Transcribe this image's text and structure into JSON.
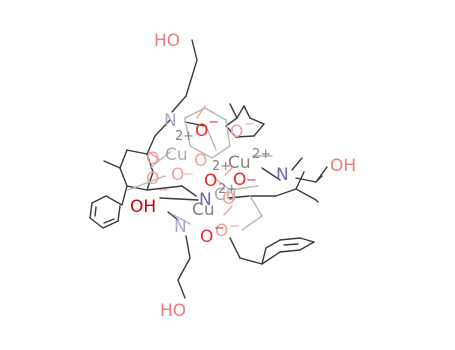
{
  "molecule": {
    "colors": {
      "bond": "#3a3a3a",
      "bond_light": "#b7b7b7",
      "oxygen": "#ee2a2a",
      "oxygen_light": "#f3a0a0",
      "hydroxyl": "#ec7c7c",
      "nitrogen": "#6b6bb0",
      "nitrogen_light": "#a9a9d2",
      "copper": "#8b7f7f",
      "copper_light": "#b5a9a9"
    },
    "labels": {
      "oh_top": "HO",
      "oh_right": "OH",
      "oh_bottom": "HO",
      "oh_left": "OH",
      "n_top": "N",
      "n_right": "N",
      "n_center": "N",
      "n_bottom": "N",
      "cu_1": "Cu",
      "cu_2": "Cu",
      "cu_3": "Cu",
      "cu_4": "Cu",
      "charge_cu_1": "2+",
      "charge_cu_2": "2+",
      "charge_cu_3": "2+",
      "charge_cu_4": "2+",
      "o_1": "O",
      "o_2": "O",
      "o_3": "O",
      "o_4": "O",
      "o_5": "O",
      "o_6": "O",
      "o_7": "O",
      "o_8": "O",
      "o_9": "O",
      "o_10": "O",
      "o_11": "O",
      "minus": "−"
    }
  }
}
